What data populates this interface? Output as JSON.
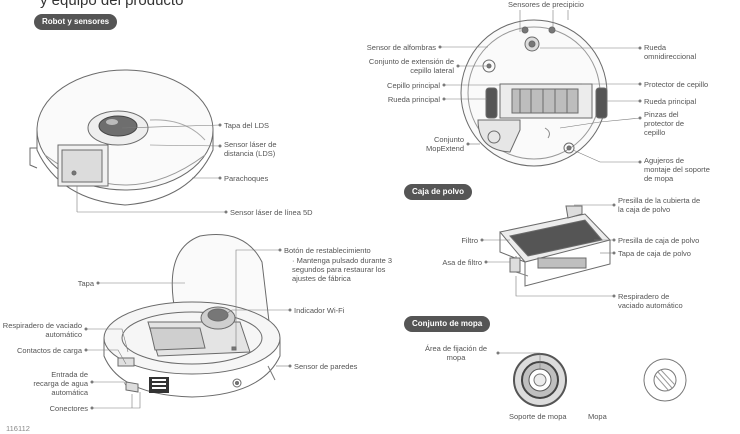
{
  "header": {
    "title_fragment": "y equipo del producto"
  },
  "sections": {
    "robot": "Robot y sensores",
    "dust_box": "Caja de polvo",
    "mop": "Conjunto de mopa"
  },
  "labels": {
    "lds_cover": "Tapa del LDS",
    "lds_sensor": "Sensor láser de distancia (LDS)",
    "bumper": "Parachoques",
    "line_laser": "Sensor láser de línea 5D",
    "reset_button": "Botón de restablecimiento",
    "reset_note": "· Mantenga pulsado durante 3 segundos para restaurar los ajustes de fábrica",
    "lid": "Tapa",
    "wifi_indicator": "Indicador Wi-Fi",
    "auto_empty_vent": "Respiradero de vaciado automático",
    "charging_contacts": "Contactos de carga",
    "wall_sensor": "Sensor de paredes",
    "water_refill_inlet": "Entrada de recarga de agua automática",
    "connectors": "Conectores",
    "cliff_sensors": "Sensores de precipicio",
    "carpet_sensor": "Sensor de alfombras",
    "side_brush_extension": "Conjunto de extensión de cepillo lateral",
    "main_brush": "Cepillo principal",
    "main_wheel_left": "Rueda principal",
    "mopextend": "Conjunto MopExtend",
    "omni_wheel": "Rueda omnidireccional",
    "brush_guard": "Protector de cepillo",
    "main_wheel_right": "Rueda principal",
    "brush_guard_clips": "Pinzas del protector de cepillo",
    "mop_holes": "Agujeros de montaje del soporte de mopa",
    "dust_box_cover_latch": "Presilla de la cubierta de la caja de polvo",
    "filter": "Filtro",
    "dust_box_latch": "Presilla de caja de polvo",
    "filter_handle": "Asa de filtro",
    "dust_box_cover": "Tapa de caja de polvo",
    "dust_box_vent": "Respiradero de vaciado automático",
    "mop_area": "Área de fijación de mopa",
    "mop_holder": "Soporte de mopa",
    "mop_text": "Mopa"
  },
  "footer": {
    "code": "116112"
  }
}
